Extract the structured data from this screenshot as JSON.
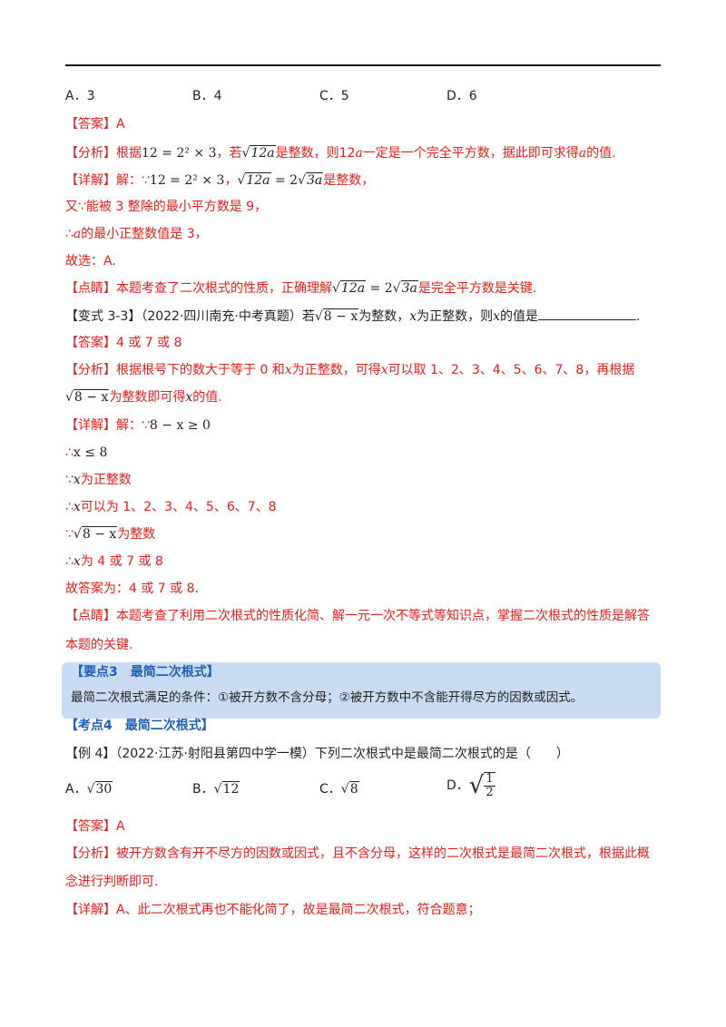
{
  "options1": {
    "a": "A．3",
    "b": "B．4",
    "c": "C．5",
    "d": "D．6"
  },
  "block1": {
    "answer": "【答案】A",
    "analysis_a": "【分析】根据",
    "analysis_eq": "12 = 2² × 3",
    "analysis_b": "，若",
    "analysis_rad": "12a",
    "analysis_c": "是整数，则12",
    "analysis_c2": "一定是一个完全平方数，据此即可求得",
    "analysis_d": "的值.",
    "detail_a": "【详解】解：∵",
    "detail_eq": "12 = 2² × 3",
    "detail_b": "，",
    "detail_c": "是整数，",
    "detail2": "又∵能被 3 整除的最小平方数是 9，",
    "detail3": "∴",
    "detail3b": "的最小正整数值是 3，",
    "detail4": "故选：A.",
    "comment_a": "【点睛】本题考查了二次根式的性质，正确理解",
    "comment_b": "是完全平方数是关键."
  },
  "variant": {
    "label": "【变式 3-3】",
    "source": "（2022·四川南充·中考真题）若",
    "text_b": "为整数，",
    "text_c": "为正整数，则",
    "text_d": "的值是",
    "text_end": "."
  },
  "block2": {
    "answer": "【答案】4 或 7 或 8",
    "analysis1": "【分析】根据根号下的数大于等于 0 和",
    "analysis1b": "为正整数，可得",
    "analysis1c": "可以取 1、2、3、4、5、6、7、8，再根据",
    "analysis2": "为整数即可得",
    "analysis2b": "的值.",
    "detail1": "【详解】解：∵",
    "detail1_eq": "8 − x ≥ 0",
    "detail2": "∴",
    "detail2_eq": "x ≤ 8",
    "detail3": "∵",
    "detail3b": "为正整数",
    "detail4": "∴",
    "detail4b": "可以为 1、2、3、4、5、6、7、8",
    "detail5": "∵",
    "detail5b": "为整数",
    "detail6": "∴",
    "detail6b": "为 4 或 7 或 8",
    "detail7": "故答案为：4 或 7 或 8.",
    "comment1": "【点睛】本题考查了利用二次根式的性质化简、解一元一次不等式等知识点，掌握二次根式的性质是解答",
    "comment2": "本题的关键."
  },
  "keypoint": {
    "title": "【要点3　最简二次根式】",
    "text": "最简二次根式满足的条件：①被开方数不含分母；②被开方数中不含能开得尽方的因数或因式。"
  },
  "exam_point": "【考点4　最简二次根式】",
  "example": {
    "label": "【例 4】",
    "text": "（2022·江苏·射阳县第四中学一模）下列二次根式中是最简二次根式的是（　　）",
    "opt_a": "A．",
    "opt_a_val": "30",
    "opt_b": "B．",
    "opt_b_val": "12",
    "opt_c": "C．",
    "opt_c_val": "8",
    "opt_d": "D．",
    "opt_d_num": "1",
    "opt_d_den": "2"
  },
  "block3": {
    "answer": "【答案】A",
    "analysis1": "【分析】被开方数含有开不尽方的因数或因式，且不含分母，这样的二次根式是最简二次根式，根据此概",
    "analysis2": "念进行判断即可.",
    "detail1": "【详解】A、此二次根式再也不能化简了，故是最简二次根式，符合题意；"
  },
  "symbols": {
    "a": "a",
    "x": "x",
    "rad_12a": "12a",
    "rad_3a": "3a",
    "rad_8x": "8 − x",
    "coef2": "2"
  }
}
